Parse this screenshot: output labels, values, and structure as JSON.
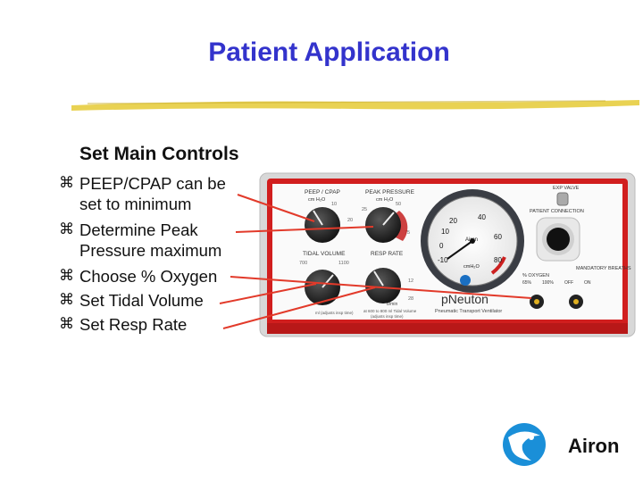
{
  "slide": {
    "title": "Patient Application",
    "subhead": "Set Main Controls",
    "bullets": [
      "PEEP/CPAP can be set to minimum",
      "Determine Peak Pressure maximum",
      "Choose % Oxygen",
      "Set Tidal Volume",
      "Set Resp Rate"
    ],
    "bullet_glyph": "⌘",
    "accent_color": "#3333cc",
    "underline_color": "#e8d04a",
    "arrow_color": "#e23a2a"
  },
  "device": {
    "brand": "pNeuton",
    "subtitle": "Pneumatic Transport Ventilator",
    "peep_label": "PEEP / CPAP",
    "peep_unit": "cm H₂O",
    "peak_label": "PEAK PRESSURE",
    "peak_unit": "cm H₂O",
    "tidal_label": "TIDAL VOLUME",
    "resp_label": "RESP RATE",
    "exp_valve": "EXP VALVE",
    "patient_connection": "PATIENT CONNECTION",
    "oxygen_label": "% OXYGEN",
    "mandatory_label": "MANDATORY BREATHS",
    "oxygen_low": "65%",
    "oxygen_high": "100%",
    "off_label": "OFF",
    "on_label": "ON",
    "gauge_brand": "Airon",
    "gauge_unit": "cmH₂O",
    "gauge_ticks": [
      "-10",
      "0",
      "10",
      "20",
      "40",
      "60",
      "80"
    ],
    "peep_ticks": [
      "10",
      "20"
    ],
    "peak_ticks": [
      "25",
      "50",
      "75"
    ],
    "tidal_ticks": [
      "700",
      "1100"
    ],
    "resp_ticks": [
      "12",
      "28"
    ],
    "resp_unit": "b/min",
    "tidal_note": "at 600 to 800 ml Tidal Volume",
    "tidal_note2": "(adjusts insp time)",
    "tidal_note3": "ml (adjusts insp time)"
  },
  "logo": {
    "text": "Airon"
  }
}
